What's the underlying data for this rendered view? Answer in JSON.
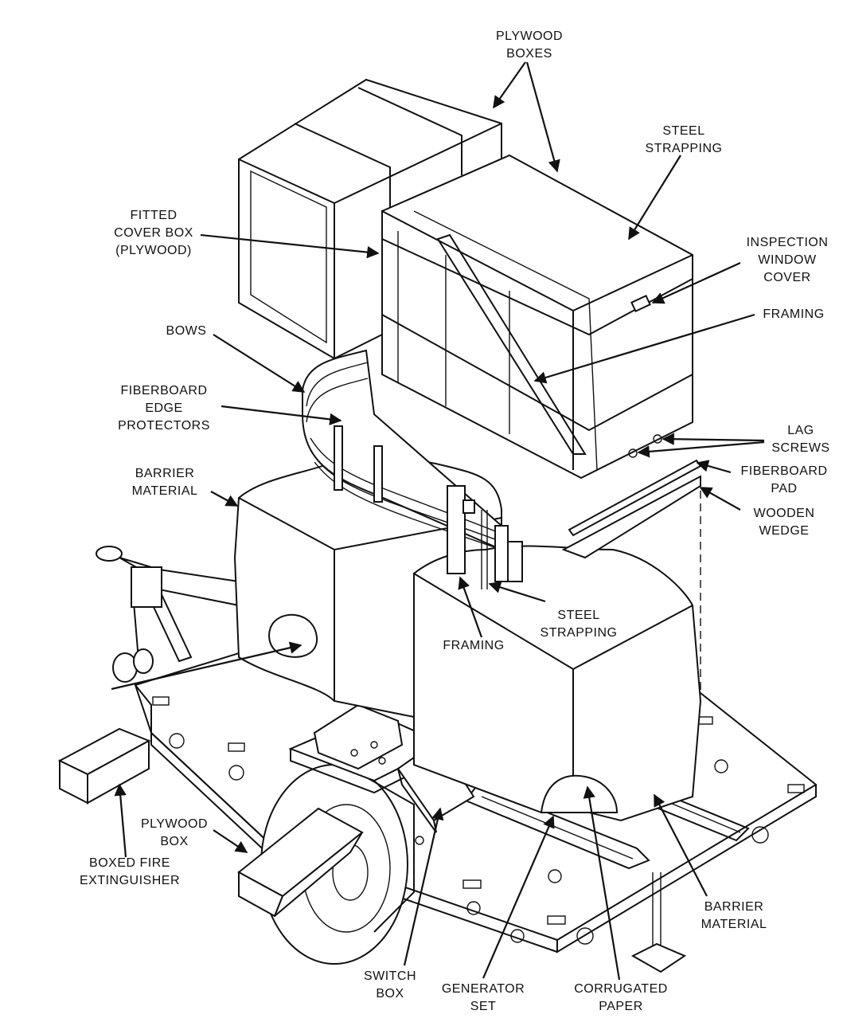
{
  "labels": {
    "plywood_boxes": [
      "PLYWOOD",
      "BOXES"
    ],
    "steel_strapping_top": [
      "STEEL",
      "STRAPPING"
    ],
    "fitted_cover_box": [
      "FITTED",
      "COVER BOX",
      "(PLYWOOD)"
    ],
    "inspection_window_cover": [
      "INSPECTION",
      "WINDOW",
      "COVER"
    ],
    "framing_top": [
      "FRAMING"
    ],
    "bows": [
      "BOWS"
    ],
    "fiberboard_edge_protectors": [
      "FIBERBOARD",
      "EDGE",
      "PROTECTORS"
    ],
    "lag_screws": [
      "LAG",
      "SCREWS"
    ],
    "fiberboard_pad": [
      "FIBERBOARD",
      "PAD"
    ],
    "barrier_material_left": [
      "BARRIER",
      "MATERIAL"
    ],
    "wooden_wedge": [
      "WOODEN",
      "WEDGE"
    ],
    "steel_strapping_mid": [
      "STEEL",
      "STRAPPING"
    ],
    "framing_mid": [
      "FRAMING"
    ],
    "plywood_box": [
      "PLYWOOD",
      "BOX"
    ],
    "boxed_fire_extinguisher": [
      "BOXED FIRE",
      "EXTINGUISHER"
    ],
    "barrier_material_right": [
      "BARRIER",
      "MATERIAL"
    ],
    "switch_box": [
      "SWITCH",
      "BOX"
    ],
    "generator_set": [
      "GENERATOR",
      "SET"
    ],
    "corrugated_paper": [
      "CORRUGATED",
      "PAPER"
    ]
  }
}
